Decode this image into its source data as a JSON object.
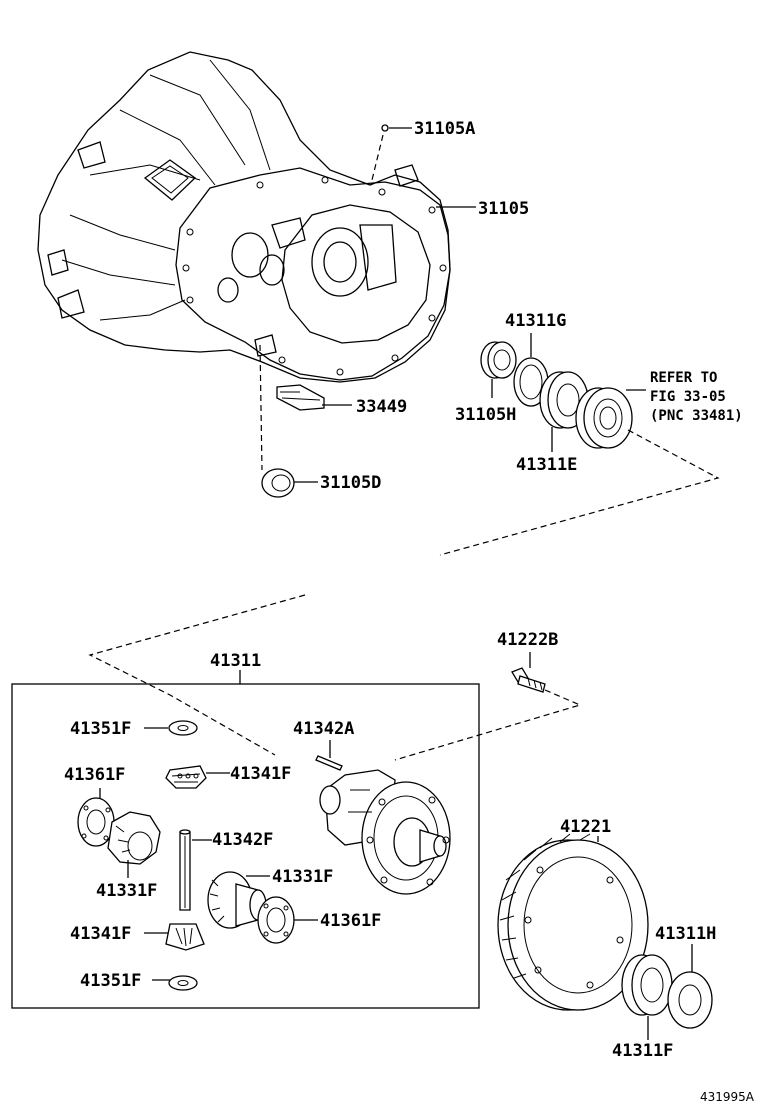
{
  "parts": {
    "p31105A": "31105A",
    "p31105": "31105",
    "p41311G": "41311G",
    "p31105H": "31105H",
    "p41311E": "41311E",
    "p33449": "33449",
    "p31105D": "31105D",
    "p41311": "41311",
    "p41222B": "41222B",
    "p41351F_top": "41351F",
    "p41342A": "41342A",
    "p41361F_left": "41361F",
    "p41341F_top": "41341F",
    "p41342F": "41342F",
    "p41331F_right": "41331F",
    "p41331F_left": "41331F",
    "p41341F_bottom": "41341F",
    "p41361F_right": "41361F",
    "p41351F_bottom": "41351F",
    "p41221": "41221",
    "p41311H": "41311H",
    "p41311F": "41311F"
  },
  "refer_note": {
    "line1": "REFER TO",
    "line2": "FIG 33-05",
    "line3": "(PNC 33481)"
  },
  "figure_id": "431995A"
}
